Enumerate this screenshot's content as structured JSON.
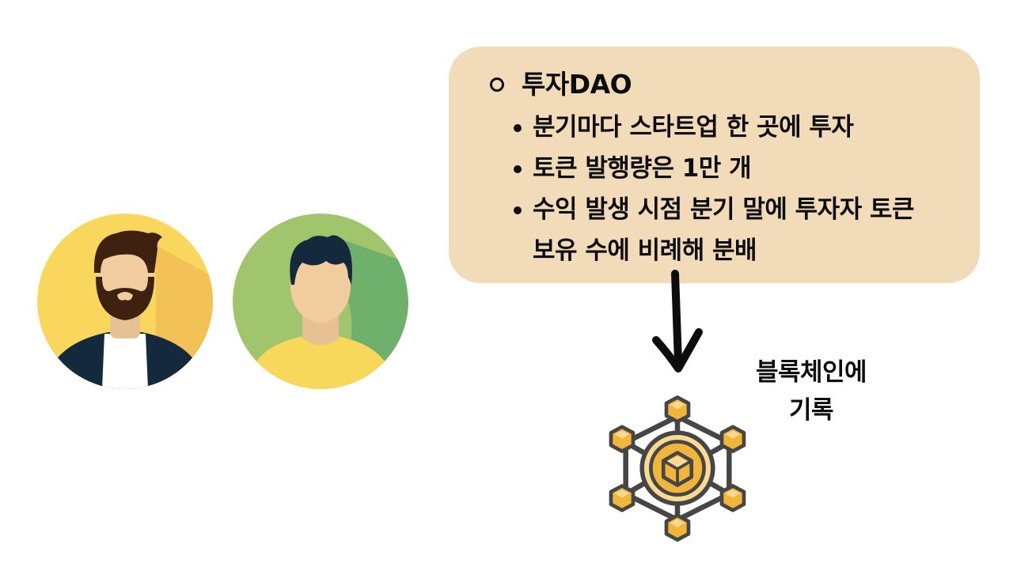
{
  "avatars": [
    {
      "name": "bearded-man",
      "bg": "#f8d75c",
      "shadow": "#f2c256",
      "hair": "#3e220f",
      "skin": "#f1cc9f",
      "shirt": "#ffffff",
      "jacket": "#14293b"
    },
    {
      "name": "young-man",
      "bg": "#a1c56c",
      "shadow": "#6fb16c",
      "hair": "#14293b",
      "skin": "#f1cc9f",
      "shirt": "#f7d85a"
    }
  ],
  "callout": {
    "title": "투자DAO",
    "bullets": [
      "분기마다 스타트업 한 곳에 투자",
      "토큰 발행량은 1만 개",
      "수익 발생 시점 분기 말에 투자자 토큰 보유 수에 비례해 분배"
    ],
    "bg": "#f1dbb8"
  },
  "blockchain_label": {
    "line1": "블록체인에",
    "line2": "기록"
  },
  "colors": {
    "icon_stroke": "#464646",
    "icon_gold": "#f2b53c",
    "icon_light": "#fbd993"
  }
}
